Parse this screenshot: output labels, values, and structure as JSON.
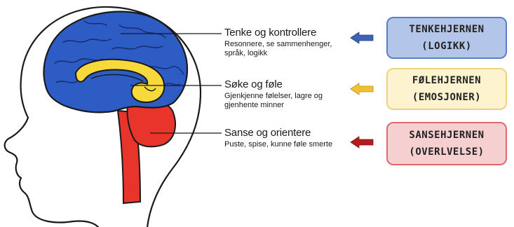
{
  "regions": [
    {
      "heading": "Tenke og kontrollere",
      "description_lines": [
        "Resonnere, se sammenhenger,",
        "språk, logikk"
      ],
      "box_lines": [
        "TENKEHJERNEN",
        "(LOGIKK)"
      ],
      "arrow_color": "#3e63b4",
      "box_fill": "#b3c6ea",
      "box_border": "#5a7fc9",
      "region_color": "#2d5cc4"
    },
    {
      "heading": "Søke og føle",
      "description_lines": [
        "Gjenkjenne følelser, lagre og",
        "gjenhente minner"
      ],
      "box_lines": [
        "FØLEHJERNEN",
        "(EMOSJONER)"
      ],
      "arrow_color": "#f0c232",
      "box_fill": "#fdf3cf",
      "box_border": "#f0d27c",
      "region_color": "#f7d93c"
    },
    {
      "heading": "Sanse og orientere",
      "description_lines": [
        "Puste, spise, kunne føle smerte"
      ],
      "box_lines": [
        "SANSEHJERNEN",
        "(OVERLVELSE)"
      ],
      "arrow_color": "#b01e1e",
      "box_fill": "#f6d0d0",
      "box_border": "#dd6b6b",
      "region_color": "#e8342a"
    }
  ]
}
